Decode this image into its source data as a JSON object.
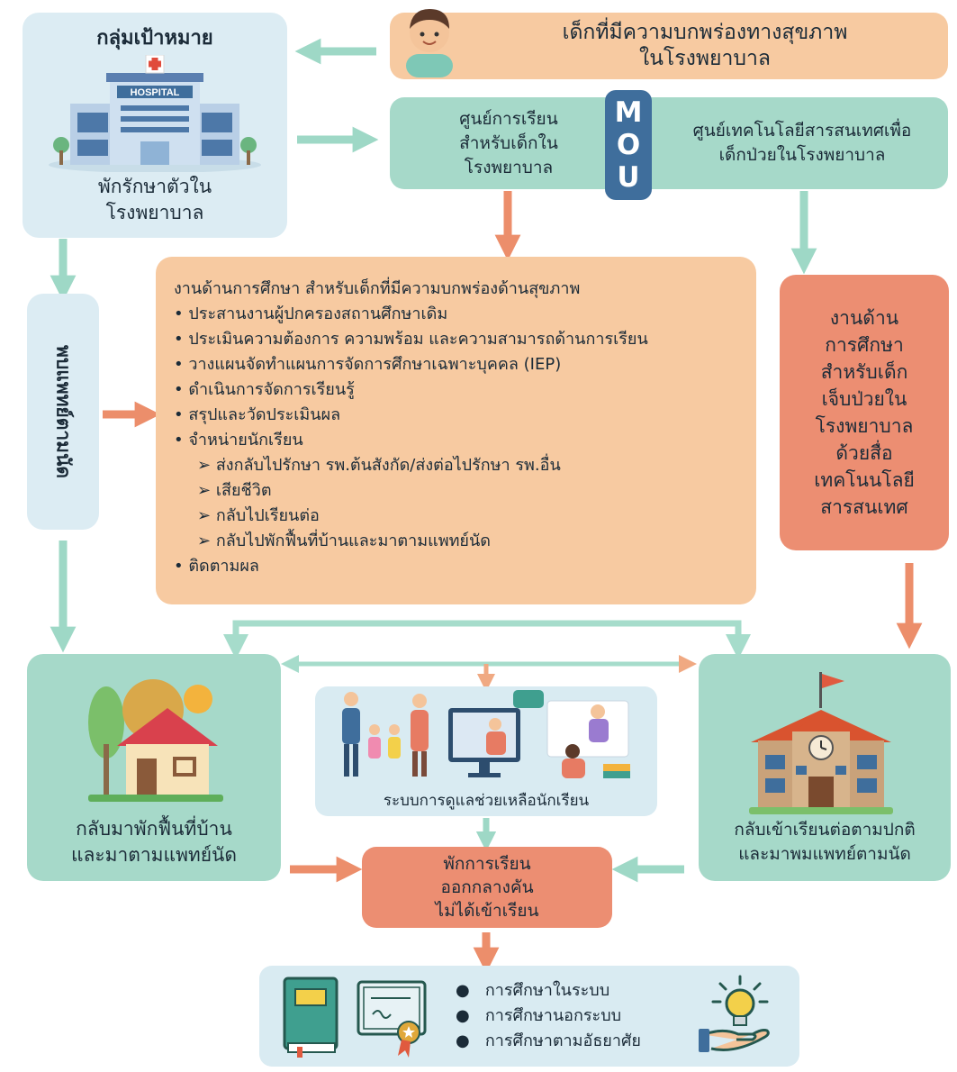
{
  "colors": {
    "blue_box": "#dcecf3",
    "mint_box": "#a6d9c9",
    "peach_box": "#f7caa1",
    "coral_box": "#ec8e72",
    "mou_badge": "#3f6e9c",
    "mint_arrow": "#9ed8c6",
    "coral_arrow": "#ec8e6b"
  },
  "target_group": {
    "title": "กลุ่มเป้าหมาย",
    "hospital_sign": "HOSPITAL",
    "caption_line1": "พักรักษาตัวใน",
    "caption_line2": "โรงพยาบาล"
  },
  "child_banner": {
    "line1": "เด็กที่มีความบกพร่องทางสุขภาพ",
    "line2": "ในโรงพยาบาล",
    "icon": "child-avatar-icon"
  },
  "mou_box": {
    "left_line1": "ศูนย์การเรียน",
    "left_line2": "สำหรับเด็กใน",
    "left_line3": "โรงพยาบาล",
    "badge": [
      "M",
      "O",
      "U"
    ],
    "right_line1": "ศูนย์เทคโนโลยีสารสนเทศเพื่อ",
    "right_line2": "เด็กป่วยในโรงพยาบาล"
  },
  "side_label": "พบแพทย์ตามนัด",
  "education_work": {
    "heading": "งานด้านการศึกษา สำหรับเด็กที่มีความบกพร่องด้านสุขภาพ",
    "items": [
      "ประสานงานผู้ปกครองสถานศึกษาเดิม",
      "ประเมินความต้องการ ความพร้อม และความสามารถด้านการเรียน",
      "วางแผนจัดทำแผนการจัดการศึกษาเฉพาะบุคคล (IEP)",
      "ดำเนินการจัดการเรียนรู้",
      "สรุปและวัดประเมินผล",
      "จำหน่ายนักเรียน"
    ],
    "sub_items": [
      "ส่งกลับไปรักษา รพ.ต้นสังกัด/ส่งต่อไปรักษา รพ.อื่น",
      "เสียชีวิต",
      "กลับไปเรียนต่อ",
      "กลับไปพักฟื้นที่บ้านและมาตามแพทย์นัด"
    ],
    "last_item": "ติดตามผล"
  },
  "tech_education": {
    "lines": [
      "งานด้าน",
      "การศึกษา",
      "สำหรับเด็ก",
      "เจ็บป่วยใน",
      "โรงพยาบาล",
      "ด้วยสื่อ",
      "เทคโนนโลยี",
      "สารสนเทศ"
    ]
  },
  "home_recovery": {
    "line1": "กลับมาพักฟื้นที่บ้าน",
    "line2": "และมาตามแพทย์นัด",
    "icon": "house-icon"
  },
  "student_support": {
    "caption": "ระบบการดูแลช่วยเหลือนักเรียน",
    "icon": "online-learning-icon"
  },
  "return_school": {
    "line1": "กลับเข้าเรียนต่อตามปกติ",
    "line2": "และมาพมแพทย์ตามนัด",
    "icon": "school-building-icon"
  },
  "dropout": {
    "line1": "พักการเรียน",
    "line2": "ออกกลางคัน",
    "line3": "ไม่ได้เข้าเรียน"
  },
  "education_types": {
    "items": [
      "การศึกษาในระบบ",
      "การศึกษานอกระบบ",
      "การศึกษาตามอัธยาศัย"
    ],
    "icons": [
      "book-icon",
      "certificate-icon",
      "idea-hand-icon"
    ]
  }
}
